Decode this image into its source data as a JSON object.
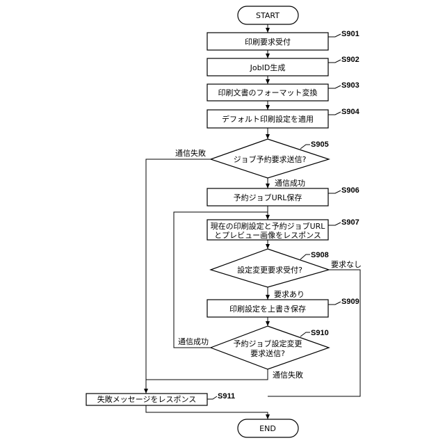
{
  "flowchart": {
    "start": "START",
    "end": "END",
    "steps": {
      "s901": {
        "id": "S901",
        "text": "印刷要求受付"
      },
      "s902": {
        "id": "S902",
        "text": "JobID生成"
      },
      "s903": {
        "id": "S903",
        "text": "印刷文書のフォーマット変換"
      },
      "s904": {
        "id": "S904",
        "text": "デフォルト印刷設定を適用"
      },
      "s905": {
        "id": "S905",
        "text": "ジョブ予約要求送信?"
      },
      "s906": {
        "id": "S906",
        "text": "予約ジョブURL保存"
      },
      "s907": {
        "id": "S907",
        "line1": "現在の印刷設定と予約ジョブURL",
        "line2": "とプレビュー画像をレスポンス"
      },
      "s908": {
        "id": "S908",
        "text": "設定変更要求受付?"
      },
      "s909": {
        "id": "S909",
        "text": "印刷設定を上書き保存"
      },
      "s910": {
        "id": "S910",
        "line1": "予約ジョブ設定変更",
        "line2": "要求送信?"
      },
      "s911": {
        "id": "S911",
        "text": "失敗メッセージをレスポンス"
      }
    },
    "branch_labels": {
      "s905_fail": "通信失敗",
      "s905_success": "通信成功",
      "s908_none": "要求なし",
      "s908_yes": "要求あり",
      "s910_success": "通信成功",
      "s910_fail": "通信失敗"
    }
  }
}
